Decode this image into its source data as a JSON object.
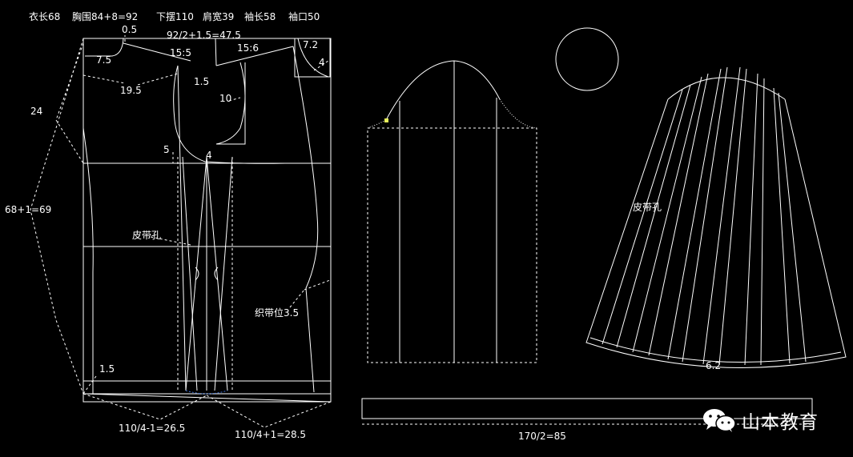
{
  "header": {
    "length": "衣长68",
    "bust": "胸围84+8=92",
    "hem": "下摆110",
    "shoulder": "肩宽39",
    "sleeve_length": "袖长58",
    "cuff": "袖口50"
  },
  "bodice": {
    "m_0_5": "0.5",
    "m_half_bust": "92/2+1.5=47.5",
    "m_7_2": "7.2",
    "m_7_5": "7.5",
    "m_15_5": "15:5",
    "m_15_6": "15:6",
    "m_4_right": "4",
    "m_1_5_top": "1.5",
    "m_19_5": "19.5",
    "m_10": "10",
    "m_24": "24",
    "m_5": "5",
    "m_4_dart": "4",
    "m_total_len": "68+1=69",
    "belt_hole": "皮带孔",
    "belt_loop": "织带位3.5",
    "m_1_5_bottom": "1.5",
    "m_front_hem": "110/4-1=26.5",
    "m_back_hem": "110/4+1=28.5"
  },
  "skirt": {
    "belt_hole": "皮带孔",
    "m_6_2": "6.2"
  },
  "belt": {
    "m_length": "170/2=85"
  },
  "watermark": {
    "brand": "山本教育",
    "icon": "wechat-icon"
  },
  "colors": {
    "background": "#000000",
    "line": "#ffffff",
    "hem_guide": "#3a6fd8",
    "marker": "#e6f05a"
  }
}
